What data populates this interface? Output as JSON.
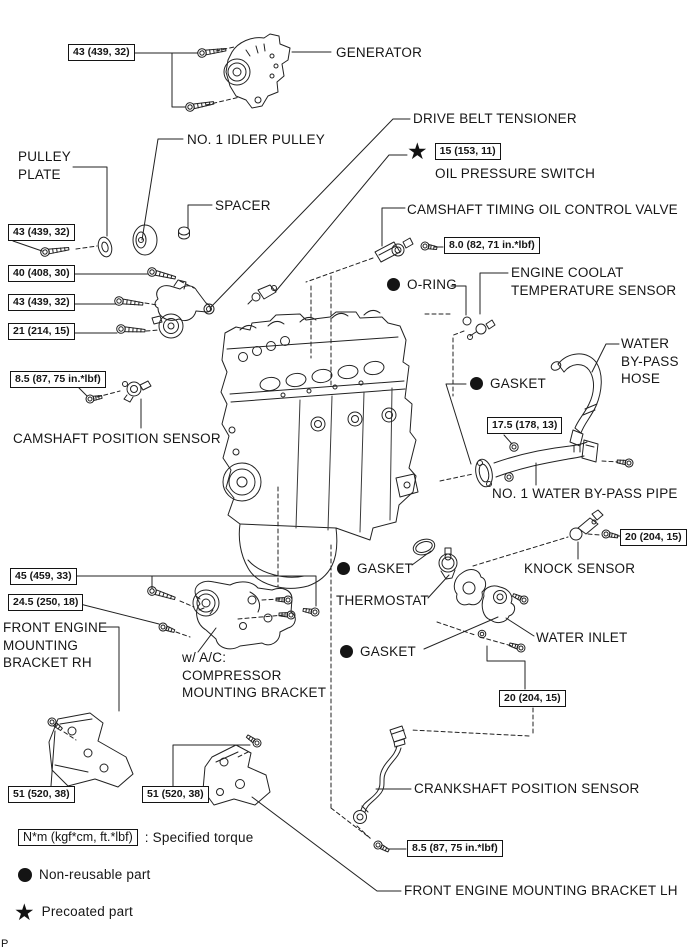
{
  "labels": {
    "generator": "GENERATOR",
    "drive_belt_tensioner": "DRIVE BELT TENSIONER",
    "no1_idler_pulley": "NO. 1 IDLER PULLEY",
    "pulley_plate": "PULLEY\nPLATE",
    "oil_pressure_switch": "OIL PRESSURE SWITCH",
    "spacer": "SPACER",
    "camshaft_timing_ocv": "CAMSHAFT TIMING OIL CONTROL VALVE",
    "o_ring": "O-RING",
    "engine_coolant_temp_sensor": "ENGINE COOLAT\nTEMPERATURE SENSOR",
    "gasket_bypass": "GASKET",
    "water_bypass_hose": "WATER\nBY-PASS\nHOSE",
    "no1_water_bypass_pipe": "NO. 1 WATER BY-PASS PIPE",
    "camshaft_position_sensor": "CAMSHAFT POSITION SENSOR",
    "knock_sensor": "KNOCK SENSOR",
    "gasket_thermostat": "GASKET",
    "thermostat": "THERMOSTAT",
    "gasket_water_inlet": "GASKET",
    "water_inlet": "WATER INLET",
    "front_engine_mounting_bracket_rh": "FRONT ENGINE\nMOUNTING\nBRACKET RH",
    "ac_compressor_bracket": "w/ A/C:\nCOMPRESSOR\nMOUNTING BRACKET",
    "crankshaft_position_sensor": "CRANKSHAFT POSITION SENSOR",
    "front_engine_mounting_bracket_lh": "FRONT ENGINE MOUNTING BRACKET LH"
  },
  "torque_boxes": {
    "generator_bolts": "43 (439, 32)",
    "pulley_plate_bolt": "43 (439, 32)",
    "tensioner_bolt_a": "40 (408, 30)",
    "tensioner_bolt_b": "43 (439, 32)",
    "tensioner_bolt_c": "21 (214, 15)",
    "camshaft_sensor_bolt": "8.5 (87, 75 in.*lbf)",
    "oil_pressure_switch": "15 (153, 11)",
    "ocv_bolt": "8.0 (82, 71 in.*lbf)",
    "bypass_pipe_nut": "17.5 (178, 13)",
    "knock_sensor_bolt": "20 (204, 15)",
    "water_inlet_bolts": "20 (204, 15)",
    "compressor_bracket_bolt_a": "45 (459, 33)",
    "compressor_bracket_bolt_b": "24.5 (250, 18)",
    "bracket_rh_bolt": "51 (520, 38)",
    "bracket_lh_bolt": "51 (520, 38)",
    "crankshaft_sensor_bolt": "8.5 (87, 75 in.*lbf)"
  },
  "legend": {
    "torque_unit": "N*m (kgf*cm, ft.*lbf)",
    "torque_desc": ": Specified torque",
    "non_reusable": "Non-reusable part",
    "precoated": "Precoated part"
  },
  "symbols": {
    "star": "★"
  },
  "icons": {
    "non_reusable": "black-dot-icon",
    "precoated": "star-icon"
  },
  "page_marker": "P"
}
